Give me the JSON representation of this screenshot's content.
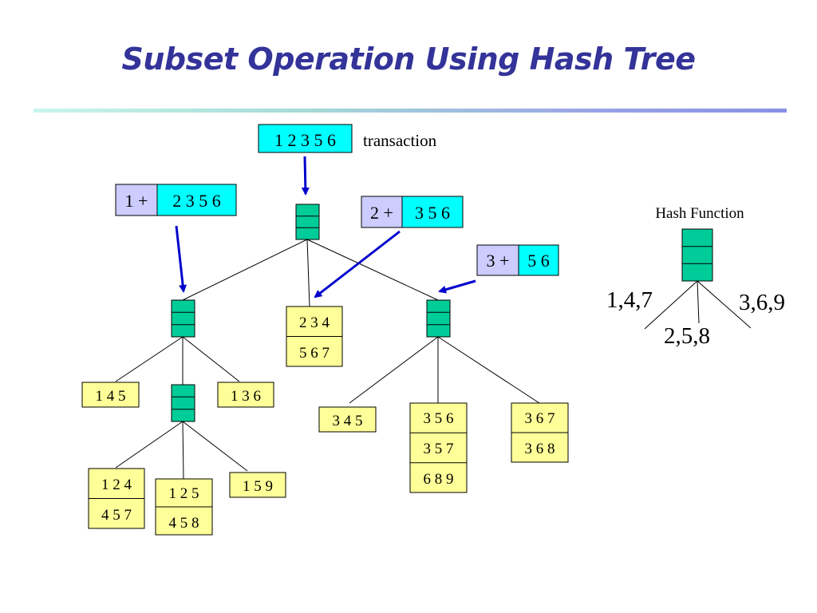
{
  "title": "Subset Operation Using Hash Tree",
  "transaction": {
    "items": "1 2 3 5 6",
    "label": "transaction"
  },
  "prefixes": [
    {
      "prefix": "1 +",
      "rest": "2 3 5 6"
    },
    {
      "prefix": "2 +",
      "rest": "3 5 6"
    },
    {
      "prefix": "3 +",
      "rest": "5 6"
    }
  ],
  "leaves": {
    "root_middle": [
      "2 3 4",
      "5 6 7"
    ],
    "left_145": [
      "1 4 5"
    ],
    "left_136": [
      "1 3 6"
    ],
    "leftsub_124": [
      "1 2 4",
      "4 5 7"
    ],
    "leftsub_125": [
      "1 2 5",
      "4 5 8"
    ],
    "leftsub_159": [
      "1 5 9"
    ],
    "right_345": [
      "3 4 5"
    ],
    "right_356": [
      "3 5 6",
      "3 5 7",
      "6 8 9"
    ],
    "right_367": [
      "3 6 7",
      "3 6 8"
    ]
  },
  "hash_function": {
    "label": "Hash Function",
    "branches": [
      "1,4,7",
      "2,5,8",
      "3,6,9"
    ]
  },
  "colors": {
    "title": "#333399",
    "hash_node": "#00cc99",
    "leaf": "#ffff99",
    "transaction": "#00ffff",
    "prefix": "#ccccff",
    "arrow": "#0000cc"
  }
}
